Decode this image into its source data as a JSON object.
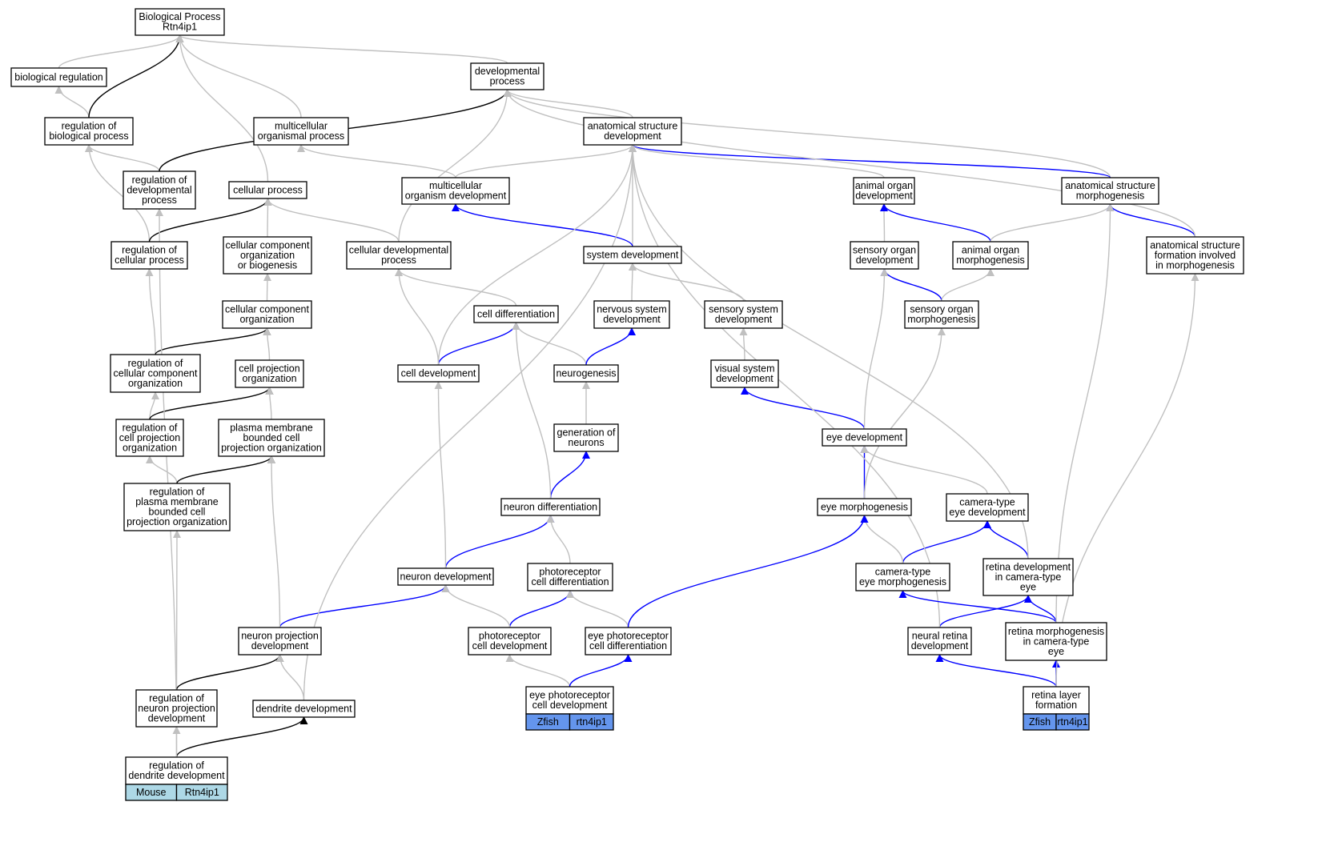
{
  "diagram": {
    "nodes": [
      {
        "id": "bp",
        "lines": [
          "Biological Process",
          "Rtn4ip1"
        ]
      },
      {
        "id": "breg",
        "lines": [
          "biological regulation"
        ]
      },
      {
        "id": "devproc",
        "lines": [
          "developmental",
          "process"
        ]
      },
      {
        "id": "regbp",
        "lines": [
          "regulation of",
          "biological process"
        ]
      },
      {
        "id": "mcop",
        "lines": [
          "multicellular",
          "organismal process"
        ]
      },
      {
        "id": "asdev",
        "lines": [
          "anatomical structure",
          "development"
        ]
      },
      {
        "id": "regdev",
        "lines": [
          "regulation of",
          "developmental",
          "process"
        ]
      },
      {
        "id": "cellproc",
        "lines": [
          "cellular process"
        ]
      },
      {
        "id": "mcod",
        "lines": [
          "multicellular",
          "organism development"
        ]
      },
      {
        "id": "aod",
        "lines": [
          "animal organ",
          "development"
        ]
      },
      {
        "id": "asm",
        "lines": [
          "anatomical structure",
          "morphogenesis"
        ]
      },
      {
        "id": "regcp",
        "lines": [
          "regulation of",
          "cellular process"
        ]
      },
      {
        "id": "ccob",
        "lines": [
          "cellular component",
          "organization",
          "or biogenesis"
        ]
      },
      {
        "id": "cdp",
        "lines": [
          "cellular developmental",
          "process"
        ]
      },
      {
        "id": "sysdev",
        "lines": [
          "system development"
        ]
      },
      {
        "id": "sod",
        "lines": [
          "sensory organ",
          "development"
        ]
      },
      {
        "id": "aom",
        "lines": [
          "animal organ",
          "morphogenesis"
        ]
      },
      {
        "id": "asfm",
        "lines": [
          "anatomical structure",
          "formation involved",
          "in morphogenesis"
        ]
      },
      {
        "id": "cco",
        "lines": [
          "cellular component",
          "organization"
        ]
      },
      {
        "id": "celldiff",
        "lines": [
          "cell differentiation"
        ]
      },
      {
        "id": "nsd",
        "lines": [
          "nervous system",
          "development"
        ]
      },
      {
        "id": "ssd",
        "lines": [
          "sensory system",
          "development"
        ]
      },
      {
        "id": "som",
        "lines": [
          "sensory organ",
          "morphogenesis"
        ]
      },
      {
        "id": "regcco",
        "lines": [
          "regulation of",
          "cellular component",
          "organization"
        ]
      },
      {
        "id": "cpo",
        "lines": [
          "cell projection",
          "organization"
        ]
      },
      {
        "id": "celldev",
        "lines": [
          "cell development"
        ]
      },
      {
        "id": "neurog",
        "lines": [
          "neurogenesis"
        ]
      },
      {
        "id": "vsd",
        "lines": [
          "visual system",
          "development"
        ]
      },
      {
        "id": "regcpo",
        "lines": [
          "regulation of",
          "cell projection",
          "organization"
        ]
      },
      {
        "id": "pmbcpo",
        "lines": [
          "plasma membrane",
          "bounded cell",
          "projection organization"
        ]
      },
      {
        "id": "genneur",
        "lines": [
          "generation of",
          "neurons"
        ]
      },
      {
        "id": "eyedev",
        "lines": [
          "eye development"
        ]
      },
      {
        "id": "regpmb",
        "lines": [
          "regulation of",
          "plasma membrane",
          "bounded cell",
          "projection organization"
        ]
      },
      {
        "id": "neurdiff",
        "lines": [
          "neuron differentiation"
        ]
      },
      {
        "id": "eyemorph",
        "lines": [
          "eye morphogenesis"
        ]
      },
      {
        "id": "cted",
        "lines": [
          "camera-type",
          "eye development"
        ]
      },
      {
        "id": "neurdev",
        "lines": [
          "neuron development"
        ]
      },
      {
        "id": "prcd",
        "lines": [
          "photoreceptor",
          "cell differentiation"
        ]
      },
      {
        "id": "ctem",
        "lines": [
          "camera-type",
          "eye morphogenesis"
        ]
      },
      {
        "id": "rdcte",
        "lines": [
          "retina development",
          "in camera-type",
          "eye"
        ]
      },
      {
        "id": "npd",
        "lines": [
          "neuron projection",
          "development"
        ]
      },
      {
        "id": "prcdev",
        "lines": [
          "photoreceptor",
          "cell development"
        ]
      },
      {
        "id": "epcd",
        "lines": [
          "eye photoreceptor",
          "cell differentiation"
        ]
      },
      {
        "id": "nrd",
        "lines": [
          "neural retina",
          "development"
        ]
      },
      {
        "id": "rmcte",
        "lines": [
          "retina morphogenesis",
          "in camera-type",
          "eye"
        ]
      },
      {
        "id": "regnpd",
        "lines": [
          "regulation of",
          "neuron projection",
          "development"
        ]
      },
      {
        "id": "dendev",
        "lines": [
          "dendrite development"
        ]
      },
      {
        "id": "epcdev",
        "lines": [
          "eye photoreceptor",
          "cell development"
        ]
      },
      {
        "id": "rlf",
        "lines": [
          "retina layer",
          "formation"
        ]
      },
      {
        "id": "regdd",
        "lines": [
          "regulation of",
          "dendrite development"
        ]
      }
    ],
    "tags": [
      {
        "node": "epcdev",
        "species": "Zfish",
        "gene": "rtn4ip1",
        "color": "#6495ed"
      },
      {
        "node": "rlf",
        "species": "Zfish",
        "gene": "rtn4ip1",
        "color": "#6495ed"
      },
      {
        "node": "regdd",
        "species": "Mouse",
        "gene": "Rtn4ip1",
        "color": "#add8e6"
      }
    ],
    "edge_colors": {
      "is_a": "#c0c0c0",
      "regulates": "#000000",
      "part_of": "#0000ff"
    },
    "edges": [
      {
        "from": "breg",
        "to": "bp",
        "type": "is_a"
      },
      {
        "from": "devproc",
        "to": "bp",
        "type": "is_a"
      },
      {
        "from": "regbp",
        "to": "breg",
        "type": "is_a"
      },
      {
        "from": "regbp",
        "to": "bp",
        "type": "regulates"
      },
      {
        "from": "mcop",
        "to": "bp",
        "type": "is_a"
      },
      {
        "from": "cellproc",
        "to": "bp",
        "type": "is_a"
      },
      {
        "from": "asdev",
        "to": "devproc",
        "type": "is_a"
      },
      {
        "from": "regdev",
        "to": "regbp",
        "type": "is_a"
      },
      {
        "from": "regdev",
        "to": "devproc",
        "type": "regulates"
      },
      {
        "from": "mcod",
        "to": "mcop",
        "type": "is_a"
      },
      {
        "from": "mcod",
        "to": "asdev",
        "type": "is_a"
      },
      {
        "from": "asm",
        "to": "devproc",
        "type": "is_a"
      },
      {
        "from": "asm",
        "to": "asdev",
        "type": "part_of"
      },
      {
        "from": "aod",
        "to": "asdev",
        "type": "is_a"
      },
      {
        "from": "regcp",
        "to": "regbp",
        "type": "is_a"
      },
      {
        "from": "regcp",
        "to": "cellproc",
        "type": "regulates"
      },
      {
        "from": "ccob",
        "to": "cellproc",
        "type": "is_a"
      },
      {
        "from": "cdp",
        "to": "cellproc",
        "type": "is_a"
      },
      {
        "from": "cdp",
        "to": "devproc",
        "type": "is_a"
      },
      {
        "from": "sysdev",
        "to": "asdev",
        "type": "is_a"
      },
      {
        "from": "sysdev",
        "to": "mcod",
        "type": "part_of"
      },
      {
        "from": "sod",
        "to": "aod",
        "type": "is_a"
      },
      {
        "from": "aom",
        "to": "aod",
        "type": "part_of"
      },
      {
        "from": "aom",
        "to": "asm",
        "type": "is_a"
      },
      {
        "from": "asfm",
        "to": "asm",
        "type": "part_of"
      },
      {
        "from": "asfm",
        "to": "devproc",
        "type": "is_a"
      },
      {
        "from": "cco",
        "to": "ccob",
        "type": "is_a"
      },
      {
        "from": "celldiff",
        "to": "cdp",
        "type": "is_a"
      },
      {
        "from": "nsd",
        "to": "sysdev",
        "type": "is_a"
      },
      {
        "from": "ssd",
        "to": "sysdev",
        "type": "is_a"
      },
      {
        "from": "som",
        "to": "sod",
        "type": "part_of"
      },
      {
        "from": "som",
        "to": "aom",
        "type": "is_a"
      },
      {
        "from": "regcco",
        "to": "regcp",
        "type": "is_a"
      },
      {
        "from": "regcco",
        "to": "cco",
        "type": "regulates"
      },
      {
        "from": "cpo",
        "to": "cco",
        "type": "is_a"
      },
      {
        "from": "celldev",
        "to": "celldiff",
        "type": "part_of"
      },
      {
        "from": "celldev",
        "to": "cdp",
        "type": "is_a"
      },
      {
        "from": "celldev",
        "to": "asdev",
        "type": "is_a"
      },
      {
        "from": "neurog",
        "to": "celldiff",
        "type": "is_a"
      },
      {
        "from": "neurog",
        "to": "nsd",
        "type": "part_of"
      },
      {
        "from": "vsd",
        "to": "ssd",
        "type": "is_a"
      },
      {
        "from": "regcpo",
        "to": "regcco",
        "type": "is_a"
      },
      {
        "from": "regcpo",
        "to": "cpo",
        "type": "regulates"
      },
      {
        "from": "pmbcpo",
        "to": "cpo",
        "type": "is_a"
      },
      {
        "from": "genneur",
        "to": "neurog",
        "type": "is_a"
      },
      {
        "from": "eyedev",
        "to": "vsd",
        "type": "part_of"
      },
      {
        "from": "eyedev",
        "to": "sod",
        "type": "is_a"
      },
      {
        "from": "regpmb",
        "to": "regcpo",
        "type": "is_a"
      },
      {
        "from": "regpmb",
        "to": "pmbcpo",
        "type": "regulates"
      },
      {
        "from": "neurdiff",
        "to": "genneur",
        "type": "part_of"
      },
      {
        "from": "neurdiff",
        "to": "celldiff",
        "type": "is_a"
      },
      {
        "from": "eyemorph",
        "to": "eyedev",
        "type": "part_of"
      },
      {
        "from": "eyemorph",
        "to": "som",
        "type": "is_a"
      },
      {
        "from": "cted",
        "to": "eyedev",
        "type": "is_a"
      },
      {
        "from": "neurdev",
        "to": "neurdiff",
        "type": "part_of"
      },
      {
        "from": "neurdev",
        "to": "celldev",
        "type": "is_a"
      },
      {
        "from": "prcd",
        "to": "neurdiff",
        "type": "is_a"
      },
      {
        "from": "ctem",
        "to": "cted",
        "type": "part_of"
      },
      {
        "from": "ctem",
        "to": "eyemorph",
        "type": "is_a"
      },
      {
        "from": "rdcte",
        "to": "cted",
        "type": "part_of"
      },
      {
        "from": "rdcte",
        "to": "asdev",
        "type": "is_a"
      },
      {
        "from": "npd",
        "to": "neurdev",
        "type": "part_of"
      },
      {
        "from": "npd",
        "to": "pmbcpo",
        "type": "is_a"
      },
      {
        "from": "prcdev",
        "to": "prcd",
        "type": "part_of"
      },
      {
        "from": "prcdev",
        "to": "neurdev",
        "type": "is_a"
      },
      {
        "from": "epcd",
        "to": "prcd",
        "type": "is_a"
      },
      {
        "from": "epcd",
        "to": "eyemorph",
        "type": "part_of"
      },
      {
        "from": "nrd",
        "to": "rdcte",
        "type": "part_of"
      },
      {
        "from": "nrd",
        "to": "asdev",
        "type": "is_a"
      },
      {
        "from": "rmcte",
        "to": "rdcte",
        "type": "part_of"
      },
      {
        "from": "rmcte",
        "to": "ctem",
        "type": "part_of"
      },
      {
        "from": "rmcte",
        "to": "asm",
        "type": "is_a"
      },
      {
        "from": "regnpd",
        "to": "regpmb",
        "type": "is_a"
      },
      {
        "from": "regnpd",
        "to": "npd",
        "type": "regulates"
      },
      {
        "from": "dendev",
        "to": "npd",
        "type": "is_a"
      },
      {
        "from": "dendev",
        "to": "asdev",
        "type": "is_a"
      },
      {
        "from": "epcdev",
        "to": "prcdev",
        "type": "is_a"
      },
      {
        "from": "epcdev",
        "to": "epcd",
        "type": "part_of"
      },
      {
        "from": "rlf",
        "to": "nrd",
        "type": "part_of"
      },
      {
        "from": "rlf",
        "to": "rmcte",
        "type": "part_of"
      },
      {
        "from": "rlf",
        "to": "asfm",
        "type": "is_a"
      },
      {
        "from": "regdd",
        "to": "regnpd",
        "type": "is_a"
      },
      {
        "from": "regdd",
        "to": "dendev",
        "type": "regulates"
      },
      {
        "from": "regdd",
        "to": "regdev",
        "type": "is_a"
      }
    ]
  }
}
